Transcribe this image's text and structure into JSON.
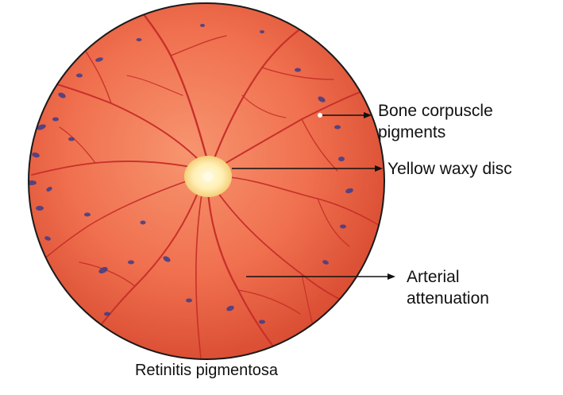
{
  "caption": "Retinitis pigmentosa",
  "annotations": [
    {
      "line1": "Bone corpuscle",
      "line2": "pigments"
    },
    {
      "line1": "Yellow waxy disc"
    },
    {
      "line1": "Arterial",
      "line2": "attenuation"
    }
  ],
  "colors": {
    "retina": "#f0704f",
    "retina_edge": "#d2462c",
    "vessel": "#c8302a",
    "disc": "#fff3c2",
    "pigment": "#3d3d8a",
    "outline": "#1a1a1a",
    "arrow": "#111111"
  }
}
